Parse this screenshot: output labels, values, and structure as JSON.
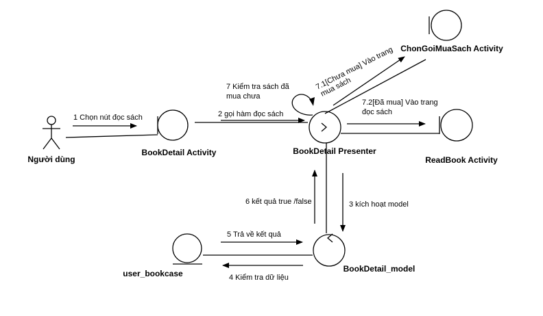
{
  "nodes": {
    "actor": "Người dùng",
    "bookdetail_activity": "BookDetail Activity",
    "presenter": "BookDetail Presenter",
    "chongoi": "ChonGoiMuaSach Activity",
    "readbook": "ReadBook Activity",
    "model": "BookDetail_model",
    "bookcase": "user_bookcase"
  },
  "messages": {
    "m1": "1 Chọn nút đọc sách",
    "m2": "2 gọi hàm đọc sách",
    "m3": "3 kích hoạt model",
    "m4": "4 Kiểm tra dữ liệu",
    "m5": "5 Trả về kết quả",
    "m6": "6 kết quả true /false",
    "m7_line1": "7 Kiểm tra sách đã",
    "m7_line2": "mua chưa",
    "m71_line1": "7.1[Chưa mua] Vào trang",
    "m71_line2": "mua sách",
    "m72_line1": "7.2[Đã mua] Vào trang",
    "m72_line2": "đọc sách"
  }
}
